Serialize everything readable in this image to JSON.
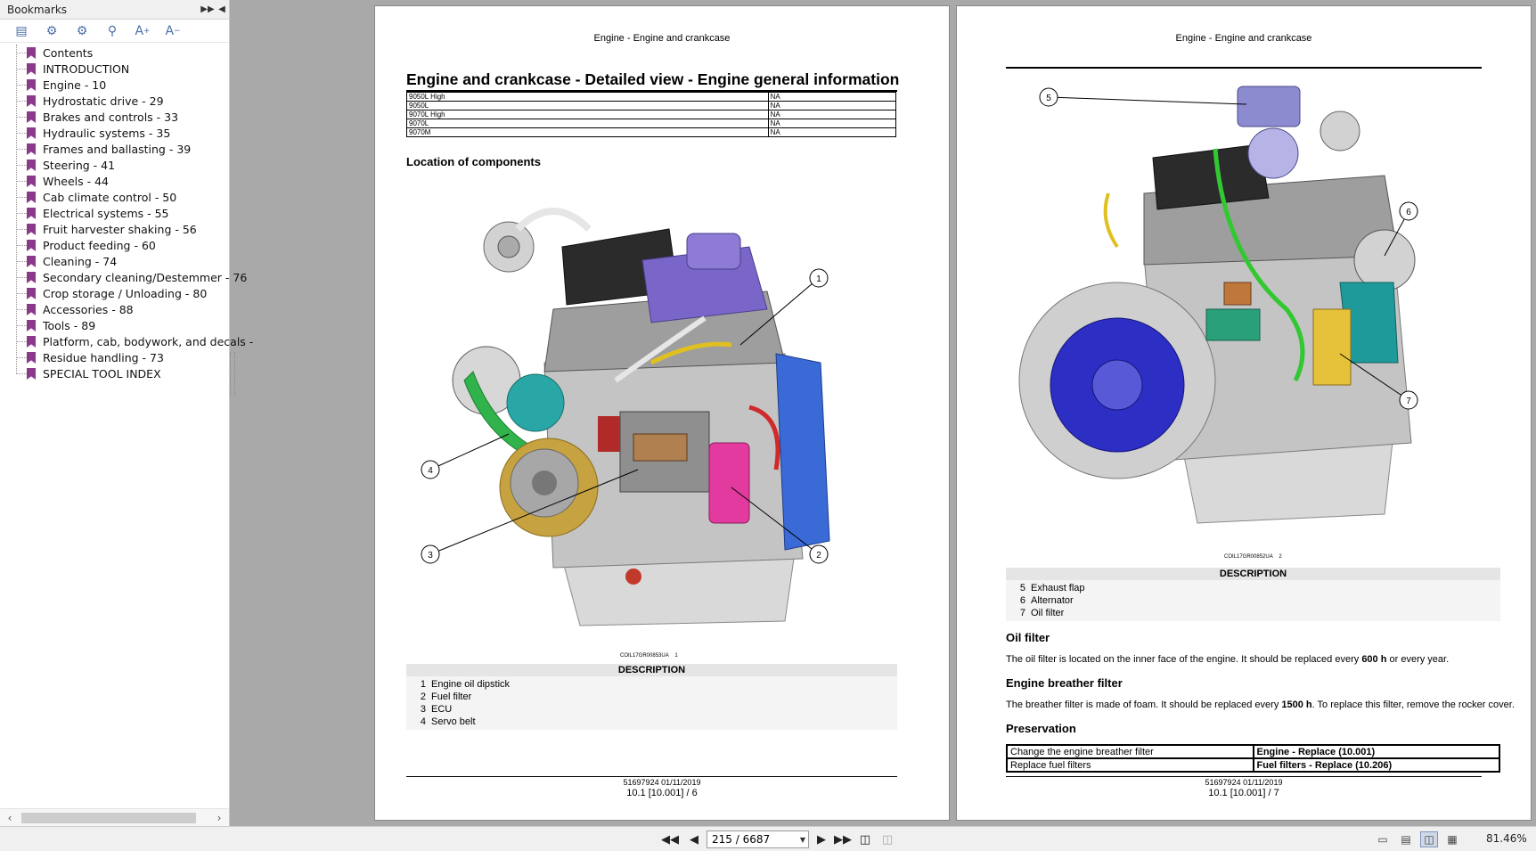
{
  "bookmarks": {
    "title": "Bookmarks",
    "items": [
      "Contents",
      "INTRODUCTION",
      "Engine - 10",
      "Hydrostatic drive - 29",
      "Brakes and controls - 33",
      "Hydraulic systems - 35",
      "Frames and ballasting - 39",
      "Steering - 41",
      "Wheels - 44",
      "Cab climate control - 50",
      "Electrical systems - 55",
      "Fruit harvester shaking - 56",
      "Product feeding - 60",
      "Cleaning - 74",
      "Secondary cleaning/Destemmer - 76",
      "Crop storage / Unloading - 80",
      "Accessories - 88",
      "Tools - 89",
      "Platform, cab, bodywork, and decals -",
      "Residue handling - 73",
      "SPECIAL TOOL INDEX"
    ]
  },
  "left_page": {
    "running_head": "Engine - Engine and crankcase",
    "title": "Engine and crankcase - Detailed view - Engine general information",
    "models": [
      {
        "model": "9050L High",
        "value": "NA"
      },
      {
        "model": "9050L",
        "value": "NA"
      },
      {
        "model": "9070L High",
        "value": "NA"
      },
      {
        "model": "9070L",
        "value": "NA"
      },
      {
        "model": "9070M",
        "value": "NA"
      }
    ],
    "section": "Location of components",
    "figure_code": "COIL17GR00853UA",
    "figure_num": "1",
    "callouts": [
      "1",
      "2",
      "3",
      "4"
    ],
    "description_head": "DESCRIPTION",
    "descriptions": [
      {
        "n": "1",
        "text": "Engine oil dipstick"
      },
      {
        "n": "2",
        "text": "Fuel filter"
      },
      {
        "n": "3",
        "text": "ECU"
      },
      {
        "n": "4",
        "text": "Servo belt"
      }
    ],
    "footer_code": "51697924 01/11/2019",
    "footer_page": "10.1 [10.001] / 6"
  },
  "right_page": {
    "running_head": "Engine - Engine and crankcase",
    "figure_code": "COIL17GR00852UA",
    "figure_num": "2",
    "callouts": [
      "5",
      "6",
      "7"
    ],
    "description_head": "DESCRIPTION",
    "descriptions": [
      {
        "n": "5",
        "text": "Exhaust flap"
      },
      {
        "n": "6",
        "text": "Alternator"
      },
      {
        "n": "7",
        "text": "Oil filter"
      }
    ],
    "oil_filter_head": "Oil filter",
    "oil_filter_text_a": "The oil filter is located on the inner face of the engine.  It should be replaced every ",
    "oil_filter_bold": "600 h",
    "oil_filter_text_b": " or every year.",
    "breather_head": "Engine breather filter",
    "breather_text_a": "The breather filter is made of foam.  It should be replaced every ",
    "breather_bold": "1500 h",
    "breather_text_b": ".  To replace this filter, remove the rocker cover.",
    "preservation_head": "Preservation",
    "preservation": [
      {
        "task": "Change the engine breather filter",
        "ref": "Engine - Replace (10.001)"
      },
      {
        "task": "Replace fuel filters",
        "ref": "Fuel filters - Replace (10.206)"
      }
    ],
    "footer_code": "51697924 01/11/2019",
    "footer_page": "10.1 [10.001] / 7"
  },
  "toolbar": {
    "page_value": "215 / 6687",
    "zoom": "81.46%"
  }
}
